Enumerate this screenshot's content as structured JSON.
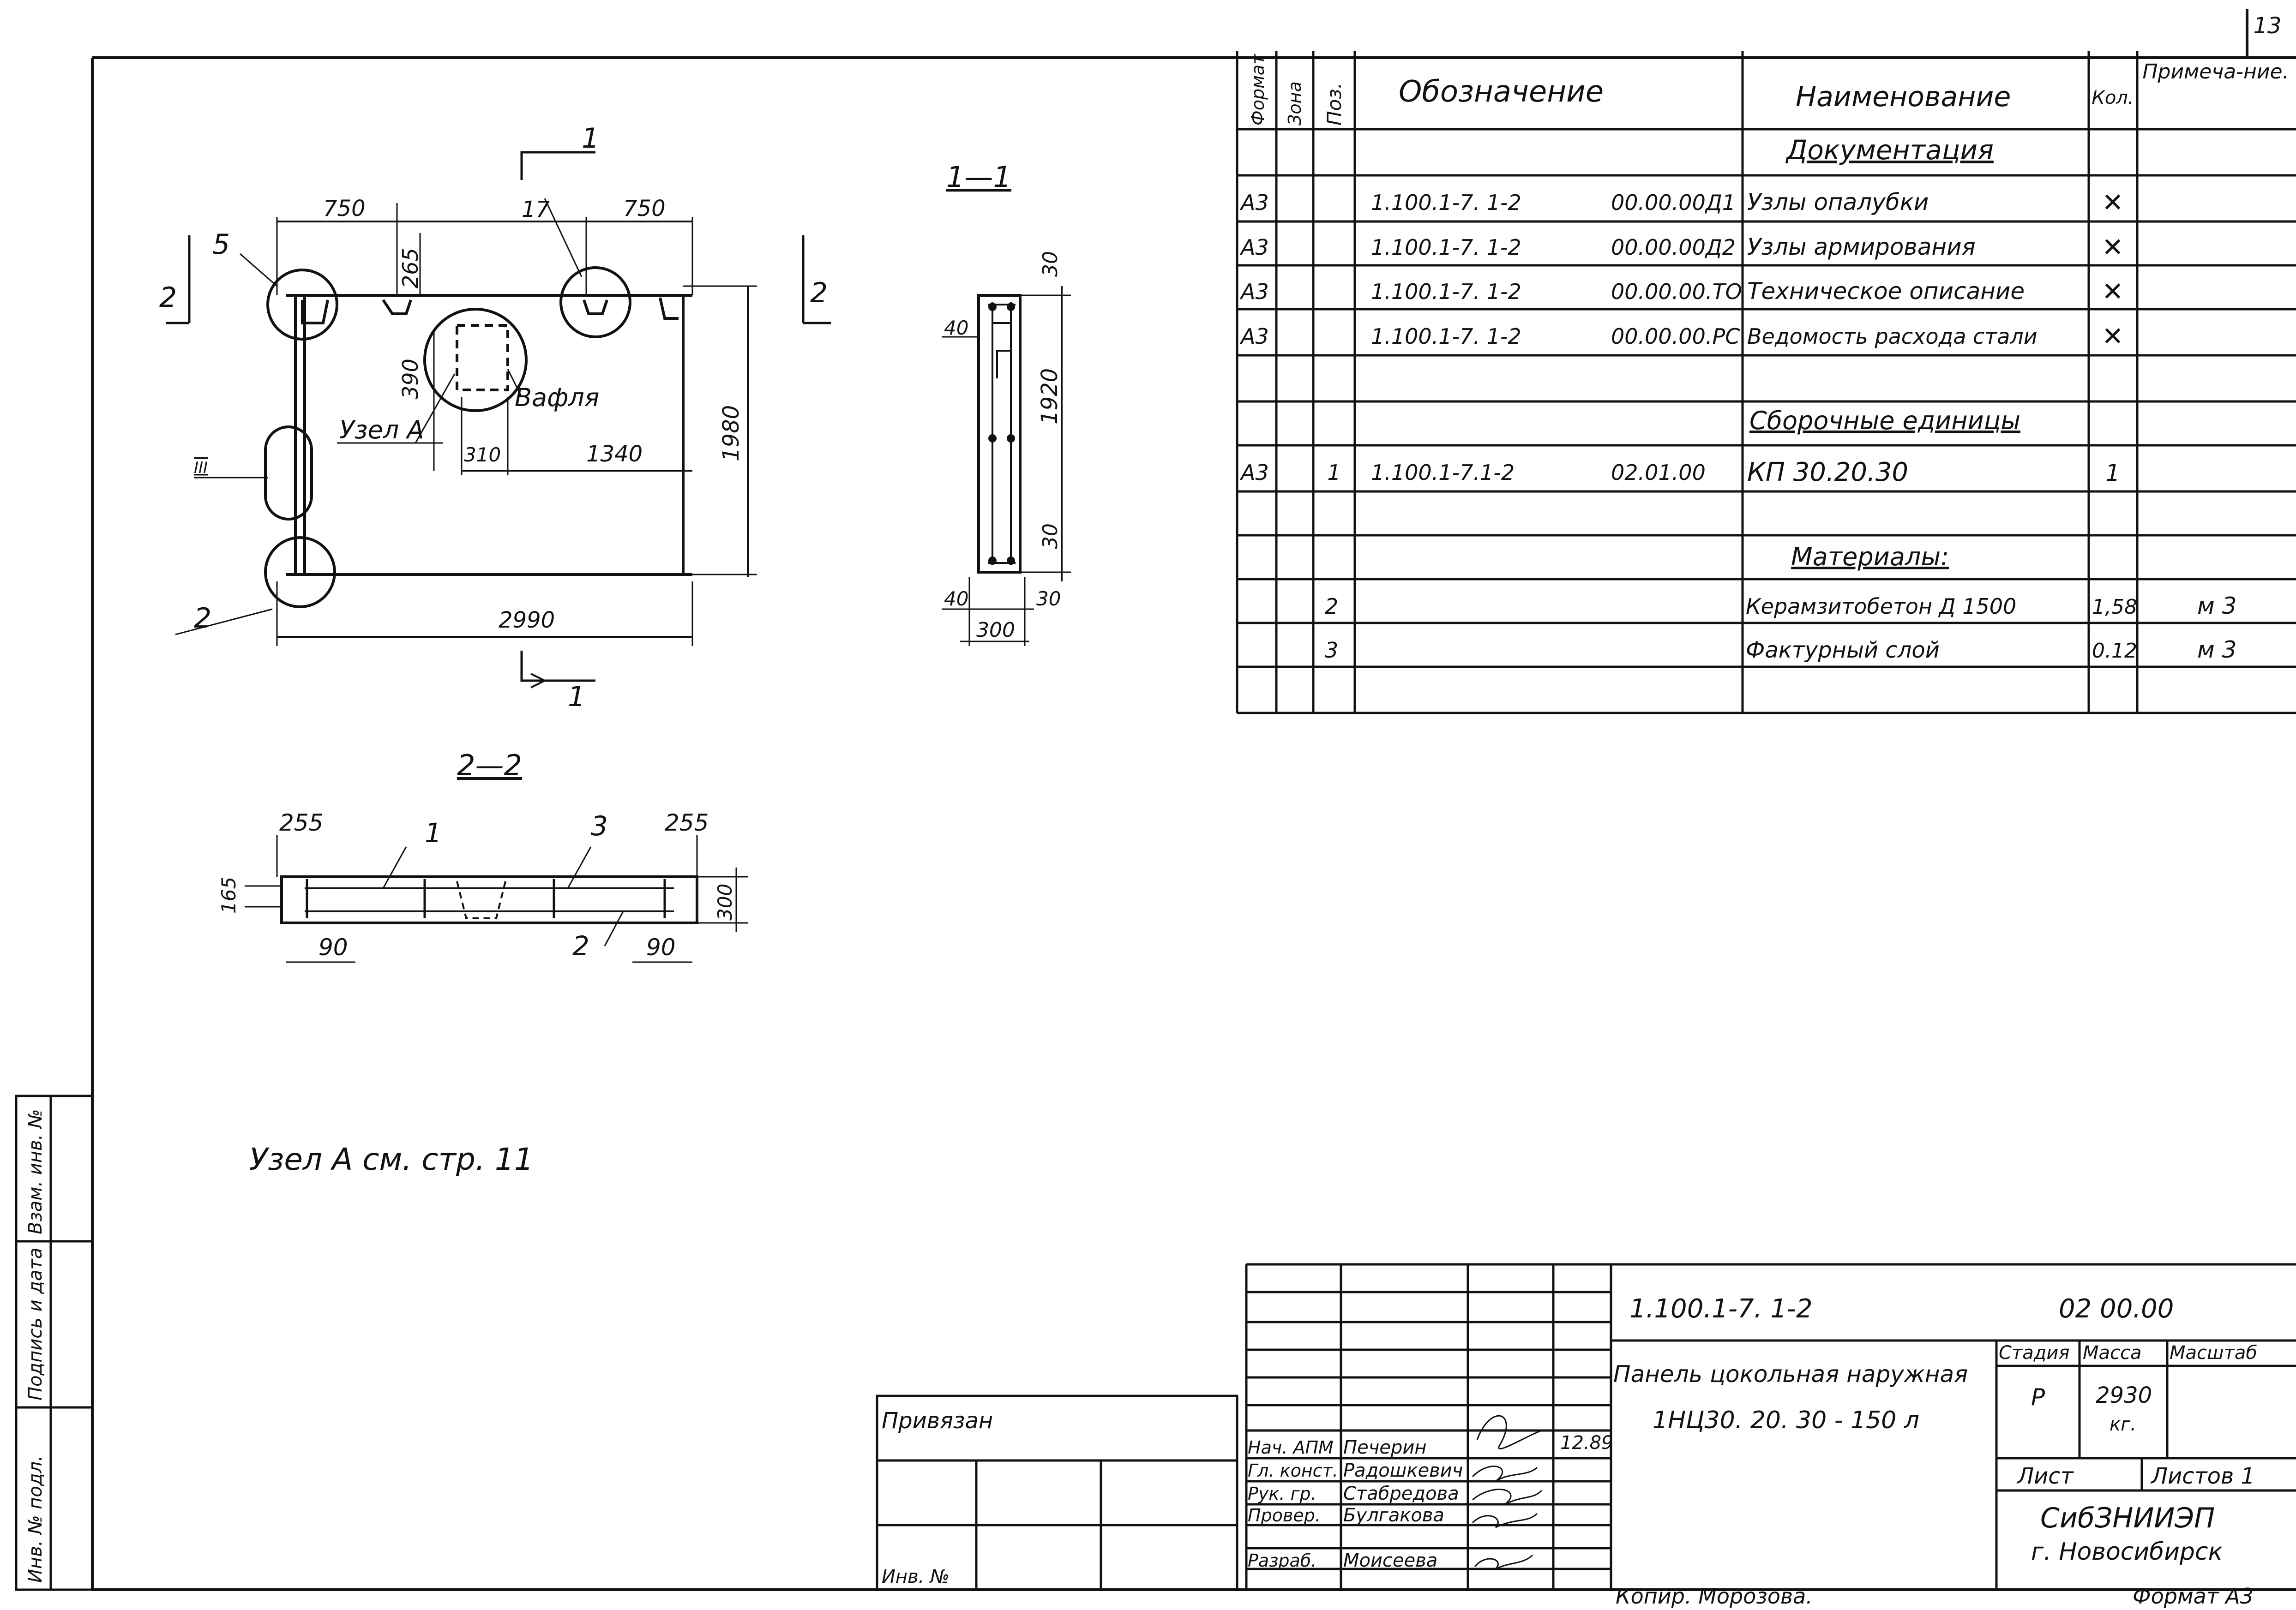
{
  "page_number": "13",
  "spec_table": {
    "headers": {
      "format": "Формат",
      "zone": "Зона",
      "pos": "Поз.",
      "designation": "Обозначение",
      "name": "Наименование",
      "qty": "Кол.",
      "note": "Примеча-ние."
    },
    "sections": {
      "docs": "Документация",
      "assemblies": "Сборочные единицы",
      "materials": "Материалы:"
    },
    "rows": [
      {
        "format": "А3",
        "pos": "",
        "code": "1.100.1-7. 1-2",
        "doc": "00.00.00Д1",
        "name": "Узлы опалубки",
        "qty": "✕",
        "note": ""
      },
      {
        "format": "А3",
        "pos": "",
        "code": "1.100.1-7. 1-2",
        "doc": "00.00.00Д2",
        "name": "Узлы армирования",
        "qty": "✕",
        "note": ""
      },
      {
        "format": "А3",
        "pos": "",
        "code": "1.100.1-7. 1-2",
        "doc": "00.00.00.ТО",
        "name": "Техническое описание",
        "qty": "✕",
        "note": ""
      },
      {
        "format": "А3",
        "pos": "",
        "code": "1.100.1-7. 1-2",
        "doc": "00.00.00.РС",
        "name": "Ведомость расхода стали",
        "qty": "✕",
        "note": ""
      },
      {
        "format": "А3",
        "pos": "1",
        "code": "1.100.1-7.1-2",
        "doc": "02.01.00",
        "name": "КП 30.20.30",
        "qty": "1",
        "note": ""
      },
      {
        "format": "",
        "pos": "2",
        "code": "",
        "doc": "",
        "name": "Керамзитобетон Д 1500",
        "qty": "1,58",
        "note": "м 3"
      },
      {
        "format": "",
        "pos": "3",
        "code": "",
        "doc": "",
        "name": "Фактурный слой",
        "qty": "0.12",
        "note": "м 3"
      }
    ]
  },
  "drawing_plan": {
    "dims": {
      "w_left": "750",
      "w_right": "750",
      "d_265": "265",
      "d_390": "390",
      "d_310": "310",
      "d_1340": "1340",
      "height": "1980",
      "width": "2990"
    },
    "callouts": {
      "c5": "5",
      "c17": "17",
      "c2": "2",
      "c3": "III",
      "uzel": "Узел А",
      "vaflya": "Вафля"
    },
    "section_marks": {
      "s1_top": "1",
      "s1_bot": "1",
      "s2_left": "2",
      "s2_right": "2"
    }
  },
  "drawing_section_1_1": {
    "title": "1—1",
    "dims": {
      "d30_top": "30",
      "d40": "40",
      "d1920": "1920",
      "d30_bot": "30",
      "d40_bot": "40",
      "d30_r": "30",
      "d300": "300"
    }
  },
  "drawing_section_2_2": {
    "title": "2—2",
    "dims": {
      "d255_l": "255",
      "d255_r": "255",
      "d165": "165",
      "d300": "300",
      "d90_l": "90",
      "d90_r": "90"
    },
    "callouts": {
      "p1": "1",
      "p3": "3",
      "p2": "2"
    }
  },
  "note_text": "Узел А см. стр. 11",
  "side_stamp": [
    "Инв. № подл.",
    "Подпись и дата",
    "Взам. инв. №"
  ],
  "title_block": {
    "privyazan": "Привязан",
    "inv_no": "Инв. №",
    "code": "1.100.1-7. 1-2",
    "doc_no": "02 00.00",
    "title_line1": "Панель цокольная наружная",
    "title_line2": "1НЦ30. 20. 30 - 150 л",
    "stage_label": "Стадия",
    "mass_label": "Масса",
    "scale_label": "Масштаб",
    "stage": "Р",
    "mass": "2930",
    "mass_unit": "кг.",
    "sheet_label": "Лист",
    "sheets_label": "Листов 1",
    "org": "СибЗНИИЭП",
    "city": "г. Новосибирск",
    "date": "12.89",
    "people": [
      {
        "role": "Нач. АПМ",
        "name": "Печерин"
      },
      {
        "role": "Гл. конст.",
        "name": "Радошкевич"
      },
      {
        "role": "Рук. гр.",
        "name": "Стабредова"
      },
      {
        "role": "Провер.",
        "name": "Булгакова"
      },
      {
        "role": "Разраб.",
        "name": "Моисеева"
      }
    ],
    "copied": "Копир. Морозова.",
    "format": "Формат А3"
  }
}
